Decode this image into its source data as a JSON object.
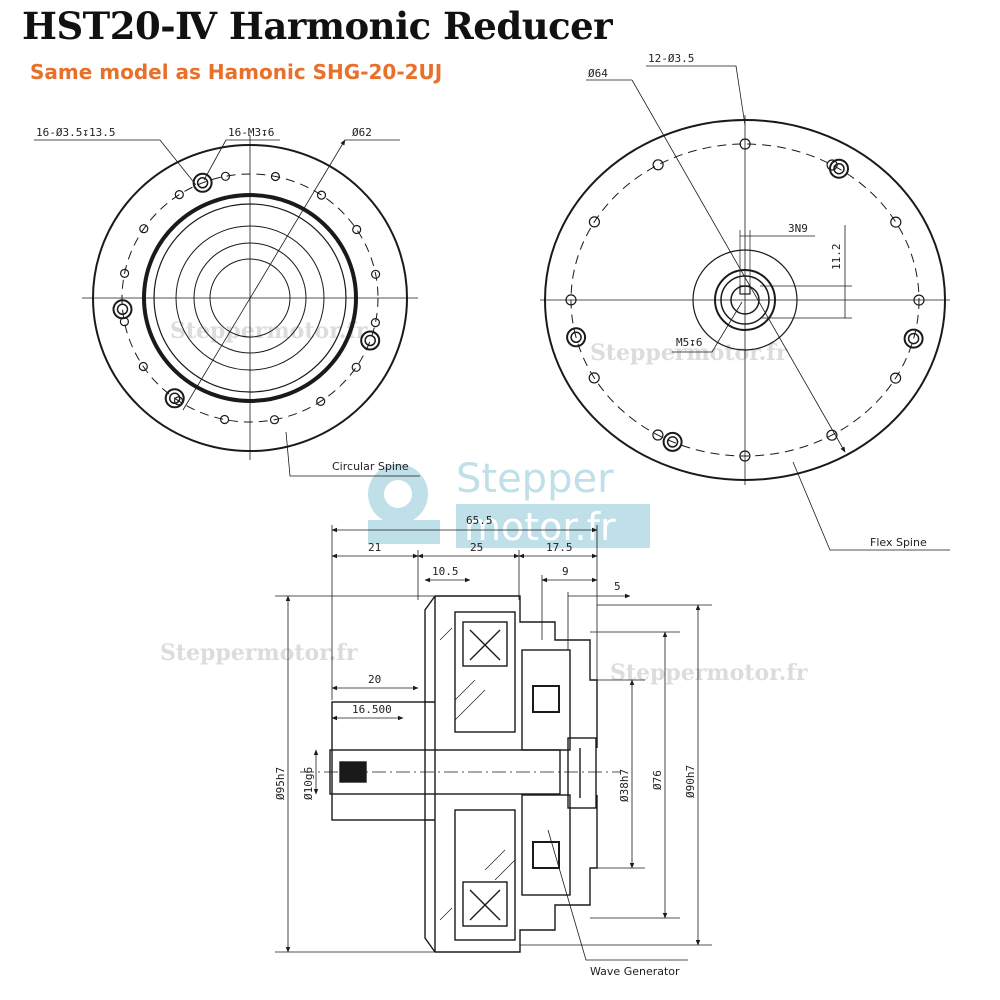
{
  "header": {
    "title": "HST20-Ⅳ Harmonic Reducer",
    "subtitle": "Same model as Hamonic SHG-20-2UJ"
  },
  "front_view": {
    "hole_callout_1": "16-Ø3.5↧13.5",
    "hole_callout_2": "16-M3↧6",
    "diameter": "Ø62",
    "part_label": "Circular Spine"
  },
  "rear_view": {
    "hole_callout": "12-Ø3.5",
    "diameter": "Ø64",
    "keyway": "3N9",
    "key_height": "11.2",
    "thread": "M5↧6",
    "part_label": "Flex Spine"
  },
  "side_view": {
    "overall_length": "65.5",
    "len_21": "21",
    "len_25": "25",
    "len_17_5": "17.5",
    "len_10_5": "10.5",
    "len_9": "9",
    "len_5": "5",
    "len_20": "20",
    "len_16_5": "16.500",
    "dia_95": "Ø95h7",
    "dia_10": "Ø10g6",
    "dia_38": "Ø38h7",
    "dia_76": "Ø76",
    "dia_90": "Ø90h7",
    "part_label": "Wave Generator"
  },
  "watermarks": {
    "small": "Steppermotor.fr",
    "brand_line1": "Stepper",
    "brand_line2": "motor.fr"
  },
  "colors": {
    "line": "#1a1a1a",
    "subtitle": "#e8702a",
    "watermark": "#b9dde6"
  }
}
